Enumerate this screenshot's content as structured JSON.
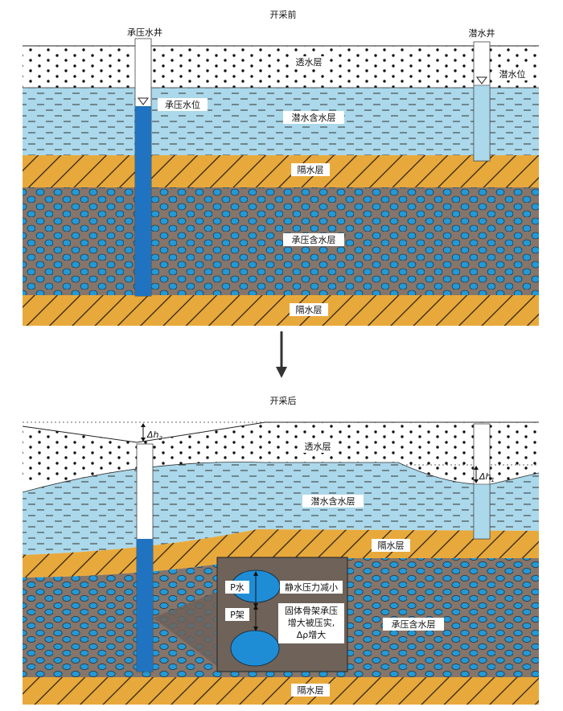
{
  "top": {
    "title": "开采前",
    "confined_well_label": "承压水井",
    "phreatic_well_label": "潜水井",
    "permeable_layer": "透水层",
    "phreatic_level": "潜水位",
    "confined_level": "承压水位",
    "phreatic_aquifer": "潜水含水层",
    "aquitard_upper": "隔水层",
    "confined_aquifer": "承压含水层",
    "aquitard_lower": "隔水层"
  },
  "bottom": {
    "title": "开采后",
    "permeable_layer": "透水层",
    "phreatic_aquifer": "潜水含水层",
    "aquitard_upper": "隔水层",
    "confined_aquifer": "承压含水层",
    "aquitard_lower": "隔水层",
    "dh2_main": "Δh",
    "dh2_sub": "2",
    "dh1_main": "Δh",
    "dh1_sub": "1"
  },
  "inset": {
    "p_water": "P水",
    "p_frame": "P架",
    "text_line1": "静水压力减小",
    "text_line2": "固体骨架承压",
    "text_line3": "增大被压实,",
    "text_line4": "Δρ增大"
  },
  "colors": {
    "water": "#abd8ea",
    "clay": "#e8a93c",
    "gravel": "#85756a",
    "well_water": "#1f73c0",
    "pebble": "#2399d6"
  }
}
